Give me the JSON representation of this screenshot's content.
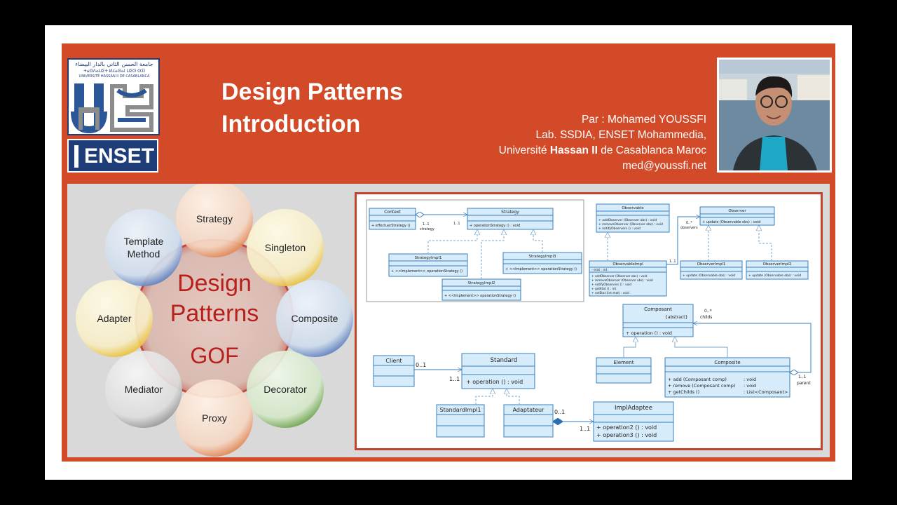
{
  "header": {
    "title_line1": "Design Patterns",
    "title_line2": "Introduction",
    "author_line1": "Par :  Mohamed YOUSSFI",
    "author_line2": "Lab. SSDIA, ENSET Mohammedia,",
    "author_line3_pre": "Université ",
    "author_line3_bold": "Hassan II",
    "author_line3_post": " de Casablanca Maroc",
    "author_email": "med@youssfi.net"
  },
  "logos": {
    "arabic": "جامعة الحسن الثاني بالدار البيضاء",
    "tifinagh": "ⵜⴰⵙⴷⴰⵡⵉⵜ ⵍⵃⴰⵙⴰⵏ ⵡⵉⵙ ⵙⵉⵏ",
    "university": "UNIVERSITÉ HASSAN II DE CASABLANCA",
    "school": "ENSET"
  },
  "gof": {
    "center_line1": "Design",
    "center_line2": "Patterns",
    "center_line3": "GOF",
    "patterns": [
      "Strategy",
      "Singleton",
      "Composite",
      "Decorator",
      "Proxy",
      "Mediator",
      "Adapter",
      "Template Method"
    ]
  },
  "uml": {
    "context": "Context",
    "context_op": "+ effectuerStrategy ()",
    "strategy": "Strategy",
    "strategy_op": "+ operationStrategy () : void",
    "mult_11a": "1..1",
    "role_strategy": "strategy",
    "mult_11b": "1..1",
    "impl1": "StrategyImpl1",
    "impl2": "StrategyImpl2",
    "impl3": "StrategyImpl3",
    "impl_op": "+ <<Implement>>  operationStrategy ()",
    "observable": "Observable",
    "observable_ops": [
      "+ addObserver (Observer obs)      : void",
      "+ removeObserver (Observer obs) : void",
      "+ notifyObservers ()                 : void"
    ],
    "observer": "Observer",
    "observer_op": "+ update (Observable obs)   : void",
    "mult_0n": "0..*",
    "role_observers": "observers",
    "mult_11c": "1..1",
    "observable_impl": "ObservableImpl",
    "observable_impl_attr": "- etat   : int",
    "observable_impl_ops": [
      "+ addObserver (Observer obs)      : void",
      "+ removeObserver (Observer obs) : void",
      "+ notifyObservers ()                 : void",
      "+ getEtat ()                               : int",
      "+ setEtat (int etat)                    : void"
    ],
    "observer_impl1": "ObserverImpl1",
    "observer_impl2": "ObserverImpl2",
    "composant": "Composant",
    "composant_stereo": "{abstract}",
    "composant_op": "+ operation ()   : void",
    "mult_childs": "0..*",
    "role_childs": "childs",
    "element": "Element",
    "composite": "Composite",
    "composite_ops": [
      "+ add (Composant comp)",
      "+ remove (Composant comp)",
      "+ getChilds ()"
    ],
    "composite_types": [
      ": void",
      ": void",
      ": List<Composant>"
    ],
    "mult_parent": "1..1",
    "role_parent": "parent",
    "client": "Client",
    "mult_01": "0..1",
    "mult_11d": "1..1",
    "standard": "Standard",
    "standard_op": "+   operation ()   : void",
    "standard_impl1": "StandardImpl1",
    "adaptateur": "Adaptateur",
    "mult_01b": "0..1",
    "mult_11e": "1..1",
    "impl_adaptee": "ImplAdaptee",
    "impl_adaptee_ops": [
      "+   operation2 ()   : void",
      "+   operation3 ()   : void"
    ]
  },
  "colors": {
    "banner": "#d24a27",
    "logo_blue": "#1f3e79",
    "uml_fill": "#d6ecfb",
    "uml_stroke": "#3b7fb8",
    "gof_text": "#b8201c"
  }
}
